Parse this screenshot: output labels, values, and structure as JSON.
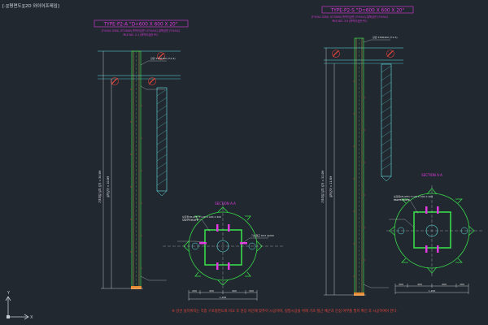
{
  "viewport": {
    "label": "[-][평면도][2D 와이어프레임]"
  },
  "left_detail": {
    "title": "TYPE-P2-A  \"D=600 X 600 X 20\"",
    "subtitle_1": "(T:%%C S300, ST:3000) 흙막이강관  1(T:%%C) 말뚝강관 (T:%%C)",
    "subtitle_2": "PILE NO. 2-1 (흙막이강관 PC)",
    "section_label": "SECTION A-A",
    "inner_note_1": "보강판(PLATE) T=20 X 400 X 400",
    "inner_note_2": "SS275 PLATE",
    "pipe_note": "강관 STKR400 (T:1.5)",
    "base_note": "기초철근 D22 @200"
  },
  "right_detail": {
    "title": "TYPE-P2-S  \"D=600 X 600 X 20\"",
    "subtitle_1": "(T:%%C S300, ST:3000)  흙막이강관 (T:%%C)  말뚝강관 (T:%%C)",
    "subtitle_2": "PILE NO. 3-5 (흙막이강관 PC)",
    "section_label": "SECTION A-A",
    "inner_note_1": "보강판(PLATE) T=20 X 400 X 400",
    "inner_note_2": "SS275 PLATE",
    "pipe_note": "강관 STKR400 (T:1.5)"
  },
  "dimensions": {
    "left_total": "기초파일 설치 깊이 = 30.5M",
    "left_inner": "굴착깊이 = 10.0M",
    "right_total": "기초파일 설치 깊이 = 32.0M",
    "right_inner": "굴착깊이 = 11.5M",
    "left_bottom": "1,200",
    "left_bottom_parts": [
      "200",
      "400",
      "400",
      "200"
    ],
    "right_bottom": "1,200",
    "right_bottom_parts": [
      "200",
      "400",
      "400",
      "200"
    ]
  },
  "footer_note": "※ 강관 설치위치는 각층 구조평면도와 비교 후 현장 여건에 맞추어 시공하며, 정밀시공을 위해 기초 철근 배근과 간섭 여부를 필히 확인 후 시공하여야 한다.",
  "colors": {
    "background": "#212830",
    "cyan": "#5fe3e3",
    "magenta": "#e13ae1",
    "green": "#39d94a",
    "yellow": "#e8e05a",
    "red": "#e8453c",
    "white": "#e6e6e6",
    "orange": "#e88a2f"
  },
  "icons": {
    "ucs": "ucs-axis-icon",
    "break": "pipe-break-icon"
  }
}
